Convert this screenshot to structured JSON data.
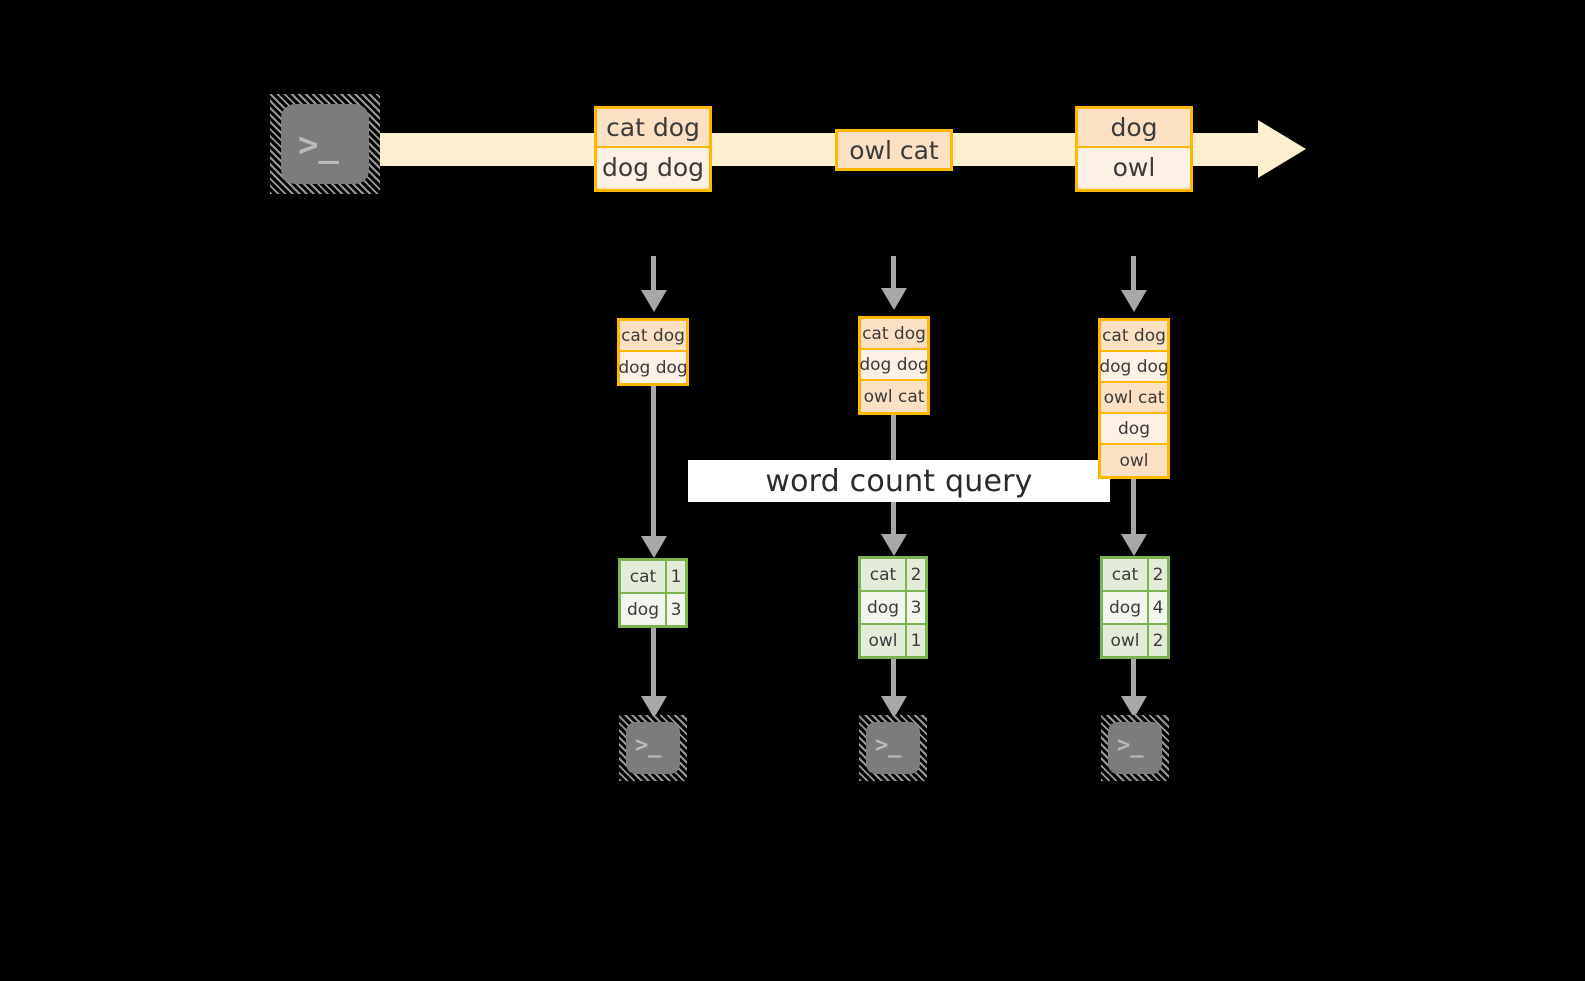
{
  "diagram": {
    "title_label": "word count query",
    "colors": {
      "background": "#000000",
      "stream_fill": "#fdf0d0",
      "event_border": "#ffb700",
      "event_fill_dark": "#fbe0c3",
      "event_fill_light": "#fdf1e6",
      "result_border": "#7bb450",
      "result_fill_dark": "#e3ebd9",
      "result_fill_light": "#f1f5ec",
      "connector": "#a8a8a8",
      "terminal_body": "#7c7c7c",
      "label_band": "#ffffff",
      "text": "#3b3b3b"
    },
    "source": {
      "icon": "terminal-icon",
      "glyph": ">_"
    },
    "stream_events": [
      {
        "lines": [
          "cat dog",
          "dog dog"
        ]
      },
      {
        "lines": [
          "owl cat"
        ]
      },
      {
        "lines": [
          "dog",
          "owl"
        ]
      }
    ],
    "columns": [
      {
        "state": {
          "lines": [
            "cat dog",
            "dog dog"
          ]
        },
        "result": {
          "rows": [
            {
              "word": "cat",
              "count": "1"
            },
            {
              "word": "dog",
              "count": "3"
            }
          ]
        },
        "sink": {
          "icon": "terminal-icon",
          "glyph": ">_"
        }
      },
      {
        "state": {
          "lines": [
            "cat dog",
            "dog dog",
            "owl cat"
          ]
        },
        "result": {
          "rows": [
            {
              "word": "cat",
              "count": "2"
            },
            {
              "word": "dog",
              "count": "3"
            },
            {
              "word": "owl",
              "count": "1"
            }
          ]
        },
        "sink": {
          "icon": "terminal-icon",
          "glyph": ">_"
        }
      },
      {
        "state": {
          "lines": [
            "cat dog",
            "dog dog",
            "owl cat",
            "dog",
            "owl"
          ]
        },
        "result": {
          "rows": [
            {
              "word": "cat",
              "count": "2"
            },
            {
              "word": "dog",
              "count": "4"
            },
            {
              "word": "owl",
              "count": "2"
            }
          ]
        },
        "sink": {
          "icon": "terminal-icon",
          "glyph": ">_"
        }
      }
    ]
  }
}
